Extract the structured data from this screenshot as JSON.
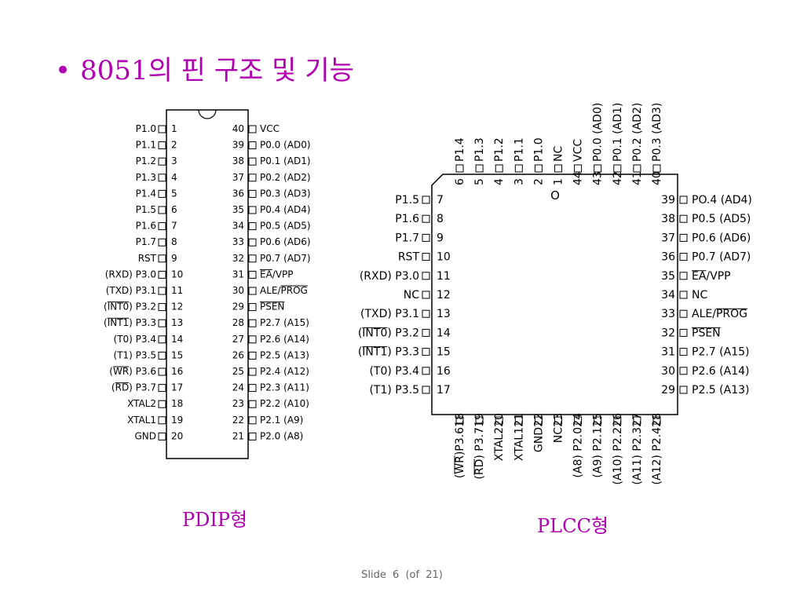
{
  "slide": {
    "title": "8051의 핀 구조 및 기능",
    "bullet": "•",
    "pdip_caption": "PDIP형",
    "plcc_caption": "PLCC형",
    "footer": {
      "label": "Slide",
      "current": "6",
      "of_text": "(of",
      "total": "21)"
    }
  },
  "pdip": {
    "left": [
      {
        "num": "1",
        "label": "P1.0"
      },
      {
        "num": "2",
        "label": "P1.1"
      },
      {
        "num": "3",
        "label": "P1.2"
      },
      {
        "num": "4",
        "label": "P1.3"
      },
      {
        "num": "5",
        "label": "P1.4"
      },
      {
        "num": "6",
        "label": "P1.5"
      },
      {
        "num": "7",
        "label": "P1.6"
      },
      {
        "num": "8",
        "label": "P1.7"
      },
      {
        "num": "9",
        "label": "RST"
      },
      {
        "num": "10",
        "label": "(RXD) P3.0"
      },
      {
        "num": "11",
        "label": "(TXD) P3.1"
      },
      {
        "num": "12",
        "label": "(INT0) P3.2",
        "bar": "INT0"
      },
      {
        "num": "13",
        "label": "(INT1) P3.3",
        "bar": "INT1"
      },
      {
        "num": "14",
        "label": "(T0) P3.4"
      },
      {
        "num": "15",
        "label": "(T1) P3.5"
      },
      {
        "num": "16",
        "label": "(WR) P3.6",
        "bar": "WR"
      },
      {
        "num": "17",
        "label": "(RD) P3.7",
        "bar": "RD"
      },
      {
        "num": "18",
        "label": "XTAL2"
      },
      {
        "num": "19",
        "label": "XTAL1"
      },
      {
        "num": "20",
        "label": "GND"
      }
    ],
    "right": [
      {
        "num": "40",
        "label": "VCC"
      },
      {
        "num": "39",
        "label": "P0.0 (AD0)"
      },
      {
        "num": "38",
        "label": "P0.1 (AD1)"
      },
      {
        "num": "37",
        "label": "P0.2 (AD2)"
      },
      {
        "num": "36",
        "label": "P0.3 (AD3)"
      },
      {
        "num": "35",
        "label": "P0.4 (AD4)"
      },
      {
        "num": "34",
        "label": "P0.5 (AD5)"
      },
      {
        "num": "33",
        "label": "P0.6 (AD6)"
      },
      {
        "num": "32",
        "label": "P0.7 (AD7)"
      },
      {
        "num": "31",
        "label": "EA/VPP",
        "bar": "EA"
      },
      {
        "num": "30",
        "label": "ALE/PROG",
        "bar": "PROG"
      },
      {
        "num": "29",
        "label": "PSEN",
        "bar": "PSEN"
      },
      {
        "num": "28",
        "label": "P2.7 (A15)"
      },
      {
        "num": "27",
        "label": "P2.6 (A14)"
      },
      {
        "num": "26",
        "label": "P2.5 (A13)"
      },
      {
        "num": "25",
        "label": "P2.4 (A12)"
      },
      {
        "num": "24",
        "label": "P2.3 (A11)"
      },
      {
        "num": "23",
        "label": "P2.2 (A10)"
      },
      {
        "num": "22",
        "label": "P2.1 (A9)"
      },
      {
        "num": "21",
        "label": "P2.0 (A8)"
      }
    ]
  },
  "plcc": {
    "pin1_marker": "O",
    "left": [
      {
        "num": "7",
        "label": "P1.5"
      },
      {
        "num": "8",
        "label": "P1.6"
      },
      {
        "num": "9",
        "label": "P1.7"
      },
      {
        "num": "10",
        "label": "RST"
      },
      {
        "num": "11",
        "label": "(RXD) P3.0"
      },
      {
        "num": "12",
        "label": "NC"
      },
      {
        "num": "13",
        "label": "(TXD) P3.1"
      },
      {
        "num": "14",
        "label": "(INT0) P3.2",
        "bar": "INT0"
      },
      {
        "num": "15",
        "label": "(INT1) P3.3",
        "bar": "INT1"
      },
      {
        "num": "16",
        "label": "(T0) P3.4"
      },
      {
        "num": "17",
        "label": "(T1) P3.5"
      }
    ],
    "right": [
      {
        "num": "39",
        "label": "PO.4 (AD4)"
      },
      {
        "num": "38",
        "label": "P0.5 (AD5)"
      },
      {
        "num": "37",
        "label": "P0.6 (AD6)"
      },
      {
        "num": "36",
        "label": "P0.7 (AD7)"
      },
      {
        "num": "35",
        "label": "EA/VPP",
        "bar": "EA"
      },
      {
        "num": "34",
        "label": "NC"
      },
      {
        "num": "33",
        "label": "ALE/PROG",
        "bar": "PROG"
      },
      {
        "num": "32",
        "label": "PSEN",
        "bar": "PSEN"
      },
      {
        "num": "31",
        "label": "P2.7 (A15)"
      },
      {
        "num": "30",
        "label": "P2.6 (A14)"
      },
      {
        "num": "29",
        "label": "P2.5 (A13)"
      }
    ],
    "top": [
      {
        "num": "6",
        "label": "P1.4"
      },
      {
        "num": "5",
        "label": "P1.3"
      },
      {
        "num": "4",
        "label": "P1.2"
      },
      {
        "num": "3",
        "label": "P1.1"
      },
      {
        "num": "2",
        "label": "P1.0"
      },
      {
        "num": "1",
        "label": "NC"
      },
      {
        "num": "44",
        "label": "VCC"
      },
      {
        "num": "43",
        "label": "P0.0 (AD0)"
      },
      {
        "num": "42",
        "label": "P0.1 (AD1)"
      },
      {
        "num": "41",
        "label": "P0.2 (AD2)"
      },
      {
        "num": "40",
        "label": "P0.3 (AD3)"
      }
    ],
    "bottom": [
      {
        "num": "18",
        "label": "(WR)P3.6",
        "bar": "WR"
      },
      {
        "num": "19",
        "label": "(RD) P3.7",
        "bar": "RD"
      },
      {
        "num": "20",
        "label": "XTAL2"
      },
      {
        "num": "21",
        "label": "XTAL1"
      },
      {
        "num": "22",
        "label": "GND"
      },
      {
        "num": "23",
        "label": "NC"
      },
      {
        "num": "24",
        "label": "(A8) P2.0"
      },
      {
        "num": "25",
        "label": "(A9) P2.1"
      },
      {
        "num": "26",
        "label": "(A10) P2.2"
      },
      {
        "num": "27",
        "label": "(A11) P2.3"
      },
      {
        "num": "28",
        "label": "(A12) P2.4"
      }
    ]
  }
}
